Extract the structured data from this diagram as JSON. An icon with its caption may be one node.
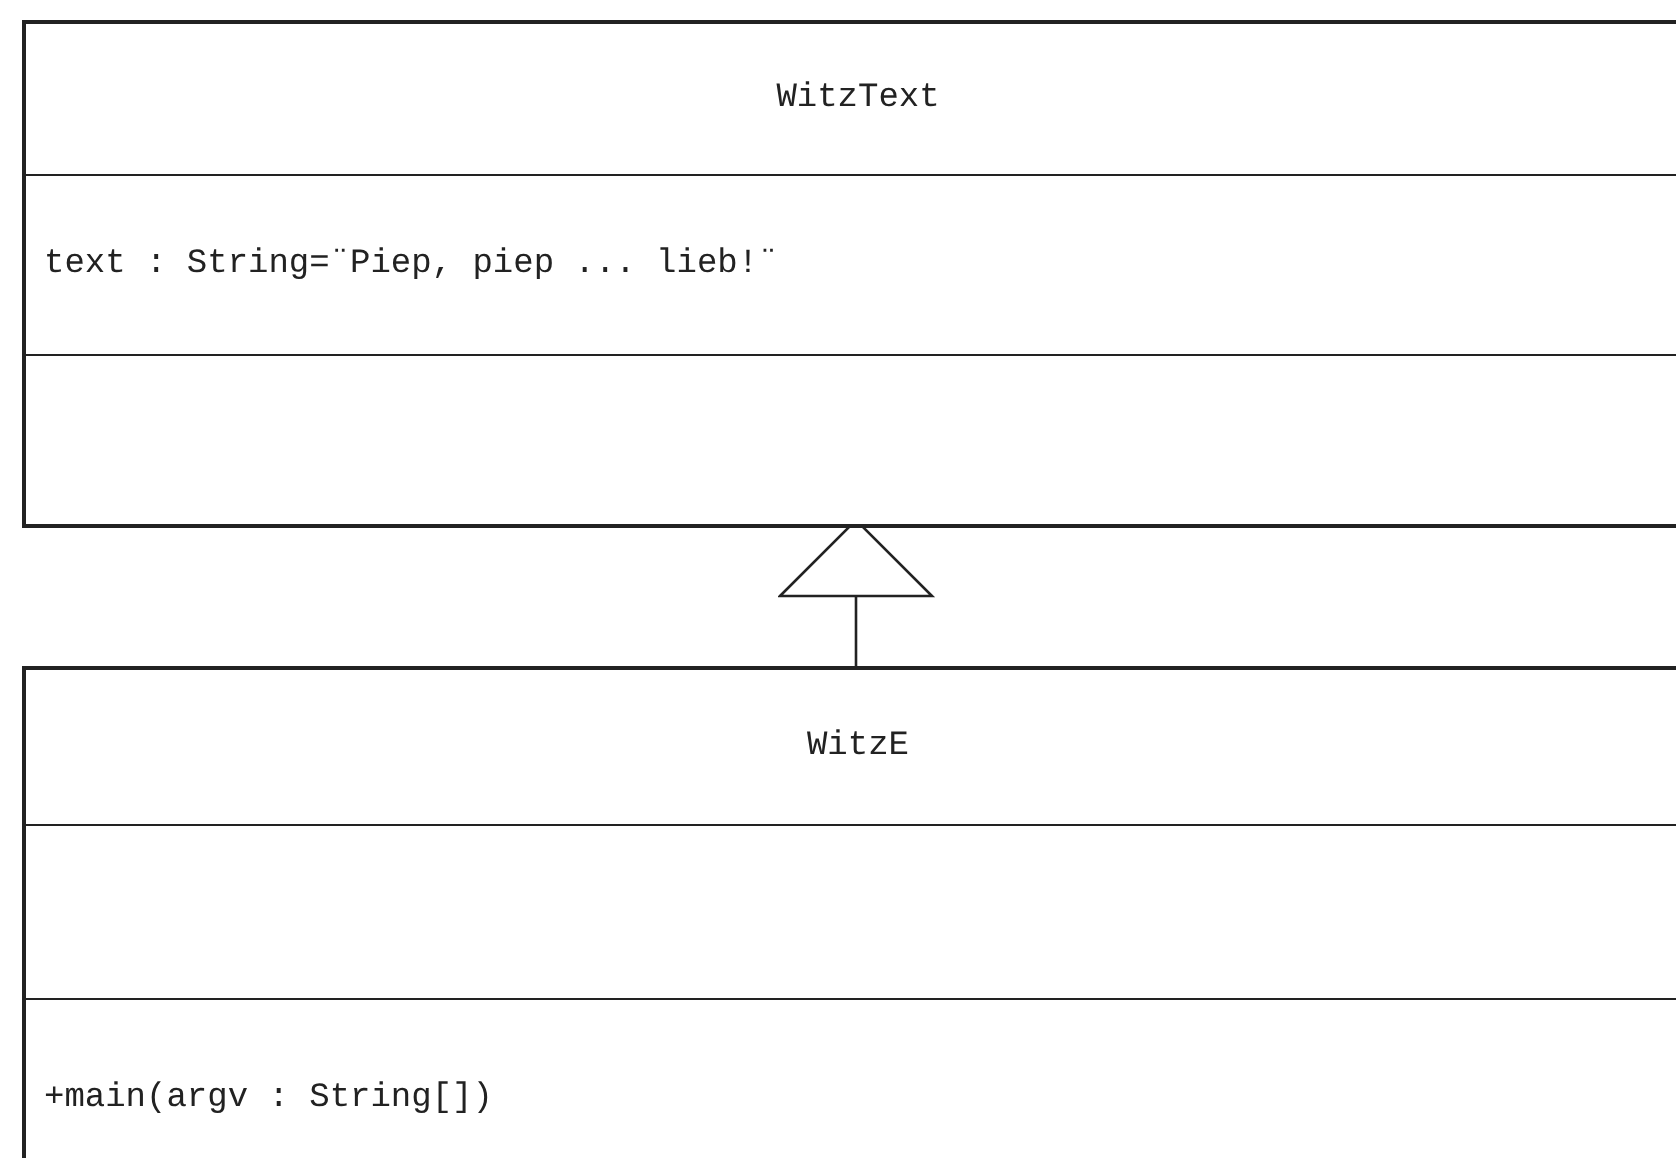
{
  "diagram": {
    "nodes": [
      {
        "text": [
          "WitzText",
          "text : String=¨Piep, piep ... lieb!¨"
        ]
      },
      {
        "text": [
          "WitzE",
          "+main(argv : String[])"
        ]
      }
    ],
    "edges": [
      {
        "from": 1,
        "to": 0,
        "arrow": "to"
      }
    ]
  }
}
